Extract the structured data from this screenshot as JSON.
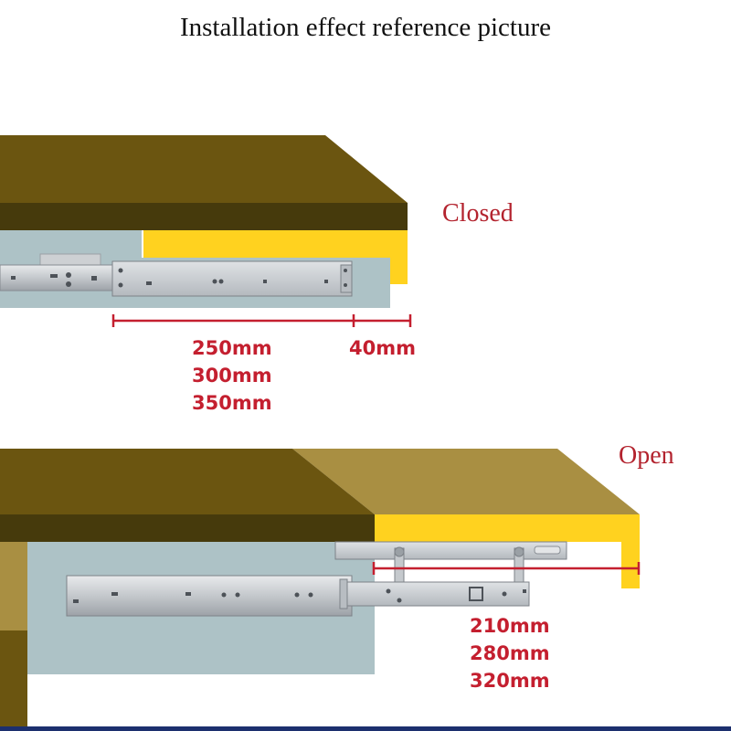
{
  "title": "Installation effect reference picture",
  "closed": {
    "label": "Closed",
    "drawer_lengths": [
      "250mm",
      "300mm",
      "350mm"
    ],
    "extra_length": "40mm"
  },
  "open": {
    "label": "Open",
    "extension_lengths": [
      "210mm",
      "280mm",
      "320mm"
    ]
  },
  "colors": {
    "cabinet_top": "#6b5510",
    "cabinet_edge": "#463a0c",
    "drawer_front": "#ffd21f",
    "drawer_top_open": "#a98f42",
    "cabinet_inner": "#adc2c6",
    "slide_metal": "#c9ccd0",
    "dimension_line": "#c41f2f",
    "label_red": "#b3232e",
    "bottom_bar": "#1c2f6e"
  }
}
